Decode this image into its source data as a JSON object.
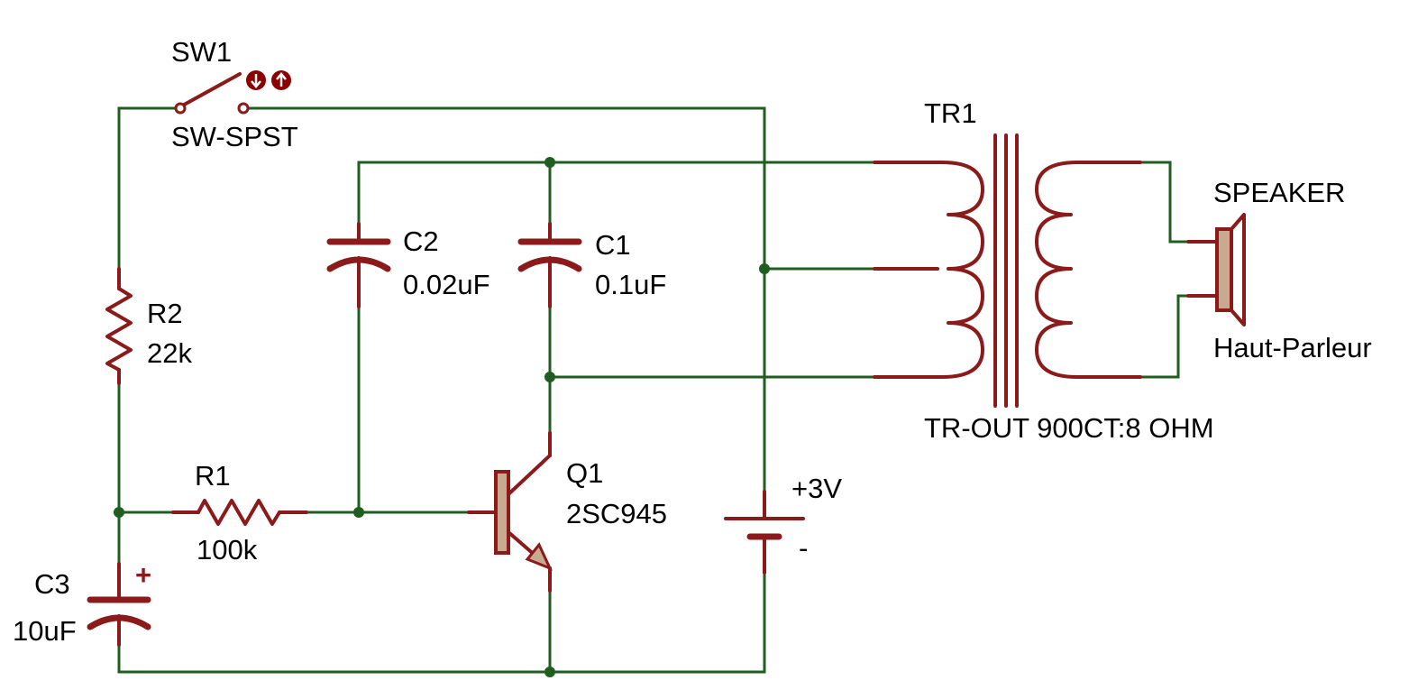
{
  "colors": {
    "wire": "#1f5e1f",
    "component": "#8b1a1a",
    "component_fill": "#c9a98f",
    "text": "#000000",
    "background": "#ffffff"
  },
  "labels": {
    "sw1_ref": "SW1",
    "sw1_type": "SW-SPST",
    "tr1_ref": "TR1",
    "tr1_value": "TR-OUT 900CT:8 OHM",
    "speaker_ref": "SPEAKER",
    "speaker_value": "Haut-Parleur",
    "c2_ref": "C2",
    "c2_value": "0.02uF",
    "c1_ref": "C1",
    "c1_value": "0.1uF",
    "r2_ref": "R2",
    "r2_value": "22k",
    "r1_ref": "R1",
    "r1_value": "100k",
    "q1_ref": "Q1",
    "q1_value": "2SC945",
    "battery_pos": "+3V",
    "battery_neg": "-",
    "c3_ref": "C3",
    "c3_value": "10uF",
    "c3_polarity": "+"
  },
  "icons": {
    "switch_controls": [
      "arrow-down-icon",
      "arrow-up-icon"
    ]
  }
}
